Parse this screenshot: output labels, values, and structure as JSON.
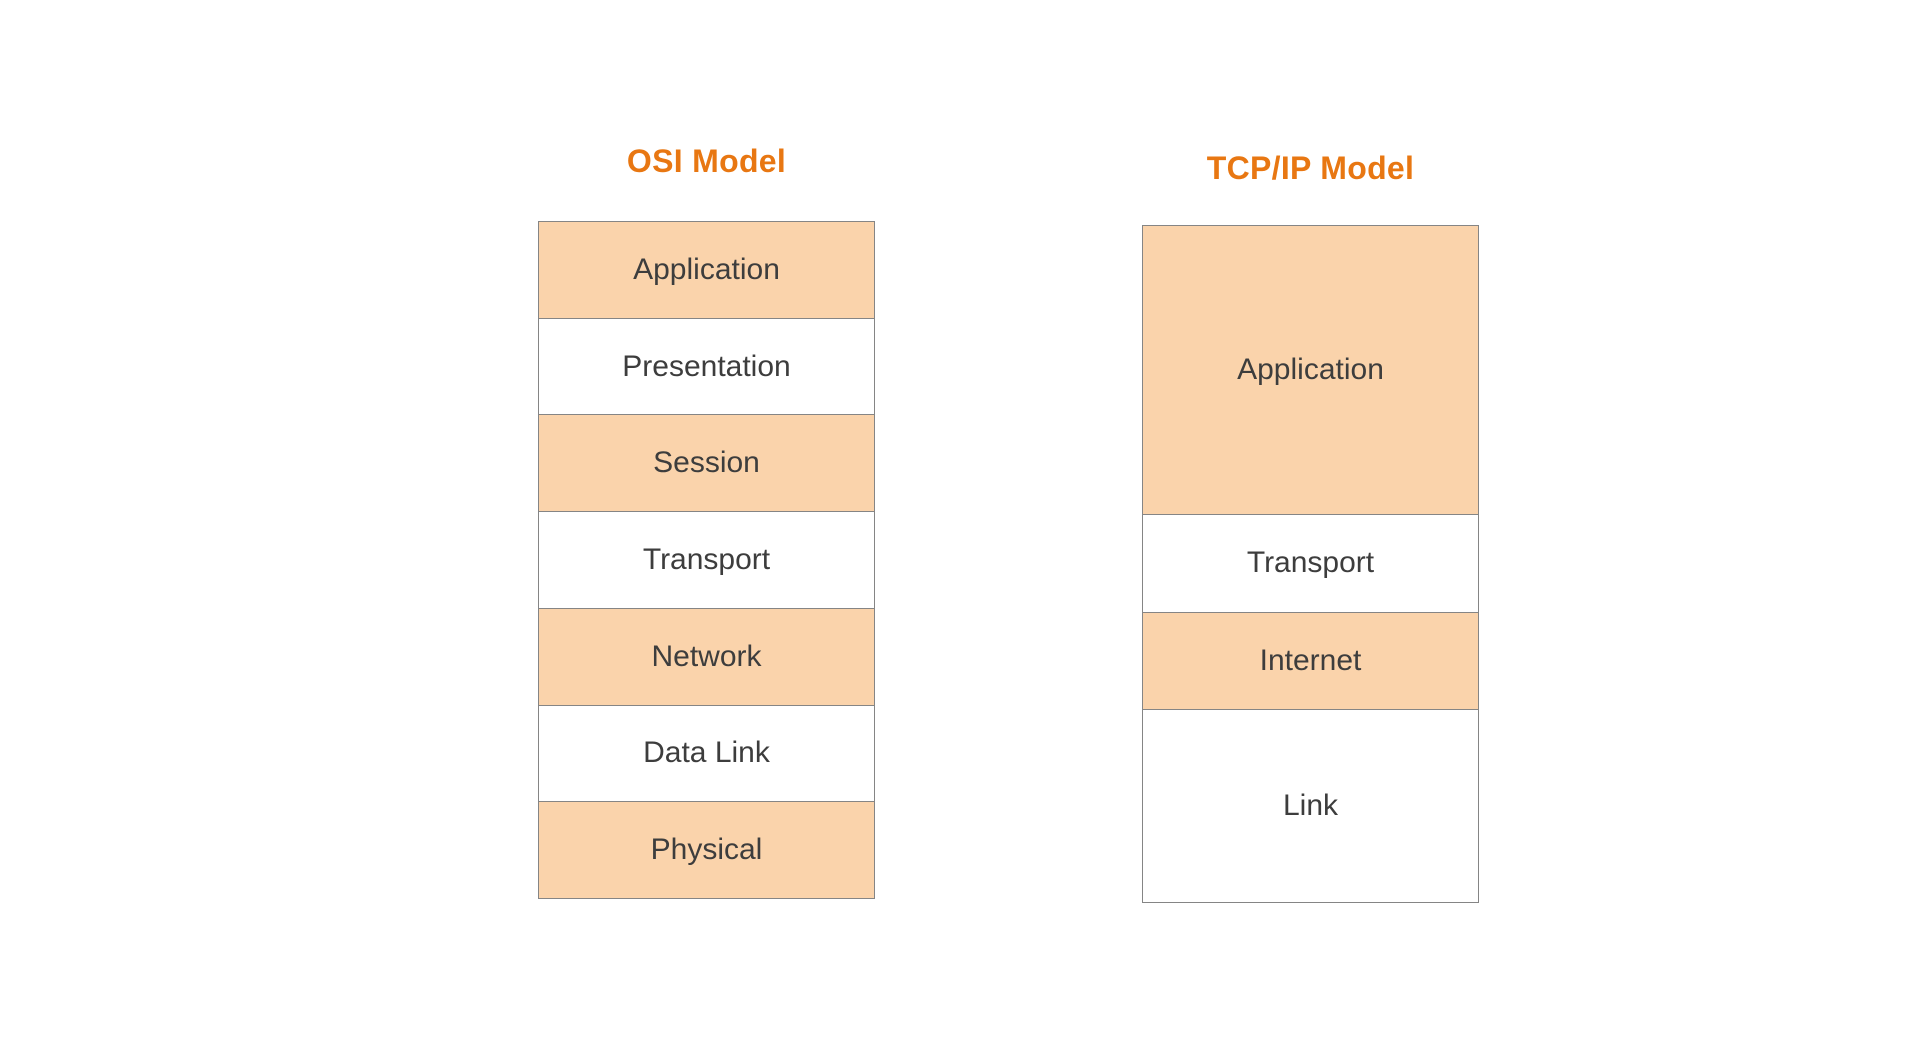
{
  "page": {
    "background": "#ffffff"
  },
  "colors": {
    "title_color": "#e87712",
    "layer_fill_highlight": "#fad3ab",
    "layer_fill_plain": "#ffffff",
    "layer_border": "#858585",
    "layer_text": "#3d3d3d"
  },
  "osi": {
    "title": "OSI Model",
    "layers": [
      {
        "label": "Application",
        "highlighted": true,
        "span": 1
      },
      {
        "label": "Presentation",
        "highlighted": false,
        "span": 1
      },
      {
        "label": "Session",
        "highlighted": true,
        "span": 1
      },
      {
        "label": "Transport",
        "highlighted": false,
        "span": 1
      },
      {
        "label": "Network",
        "highlighted": true,
        "span": 1
      },
      {
        "label": "Data Link",
        "highlighted": false,
        "span": 1
      },
      {
        "label": "Physical",
        "highlighted": true,
        "span": 1
      }
    ]
  },
  "tcpip": {
    "title": "TCP/IP Model",
    "layers": [
      {
        "label": "Application",
        "highlighted": true,
        "span": 3
      },
      {
        "label": "Transport",
        "highlighted": false,
        "span": 1
      },
      {
        "label": "Internet",
        "highlighted": true,
        "span": 1
      },
      {
        "label": "Link",
        "highlighted": false,
        "span": 2
      }
    ]
  }
}
